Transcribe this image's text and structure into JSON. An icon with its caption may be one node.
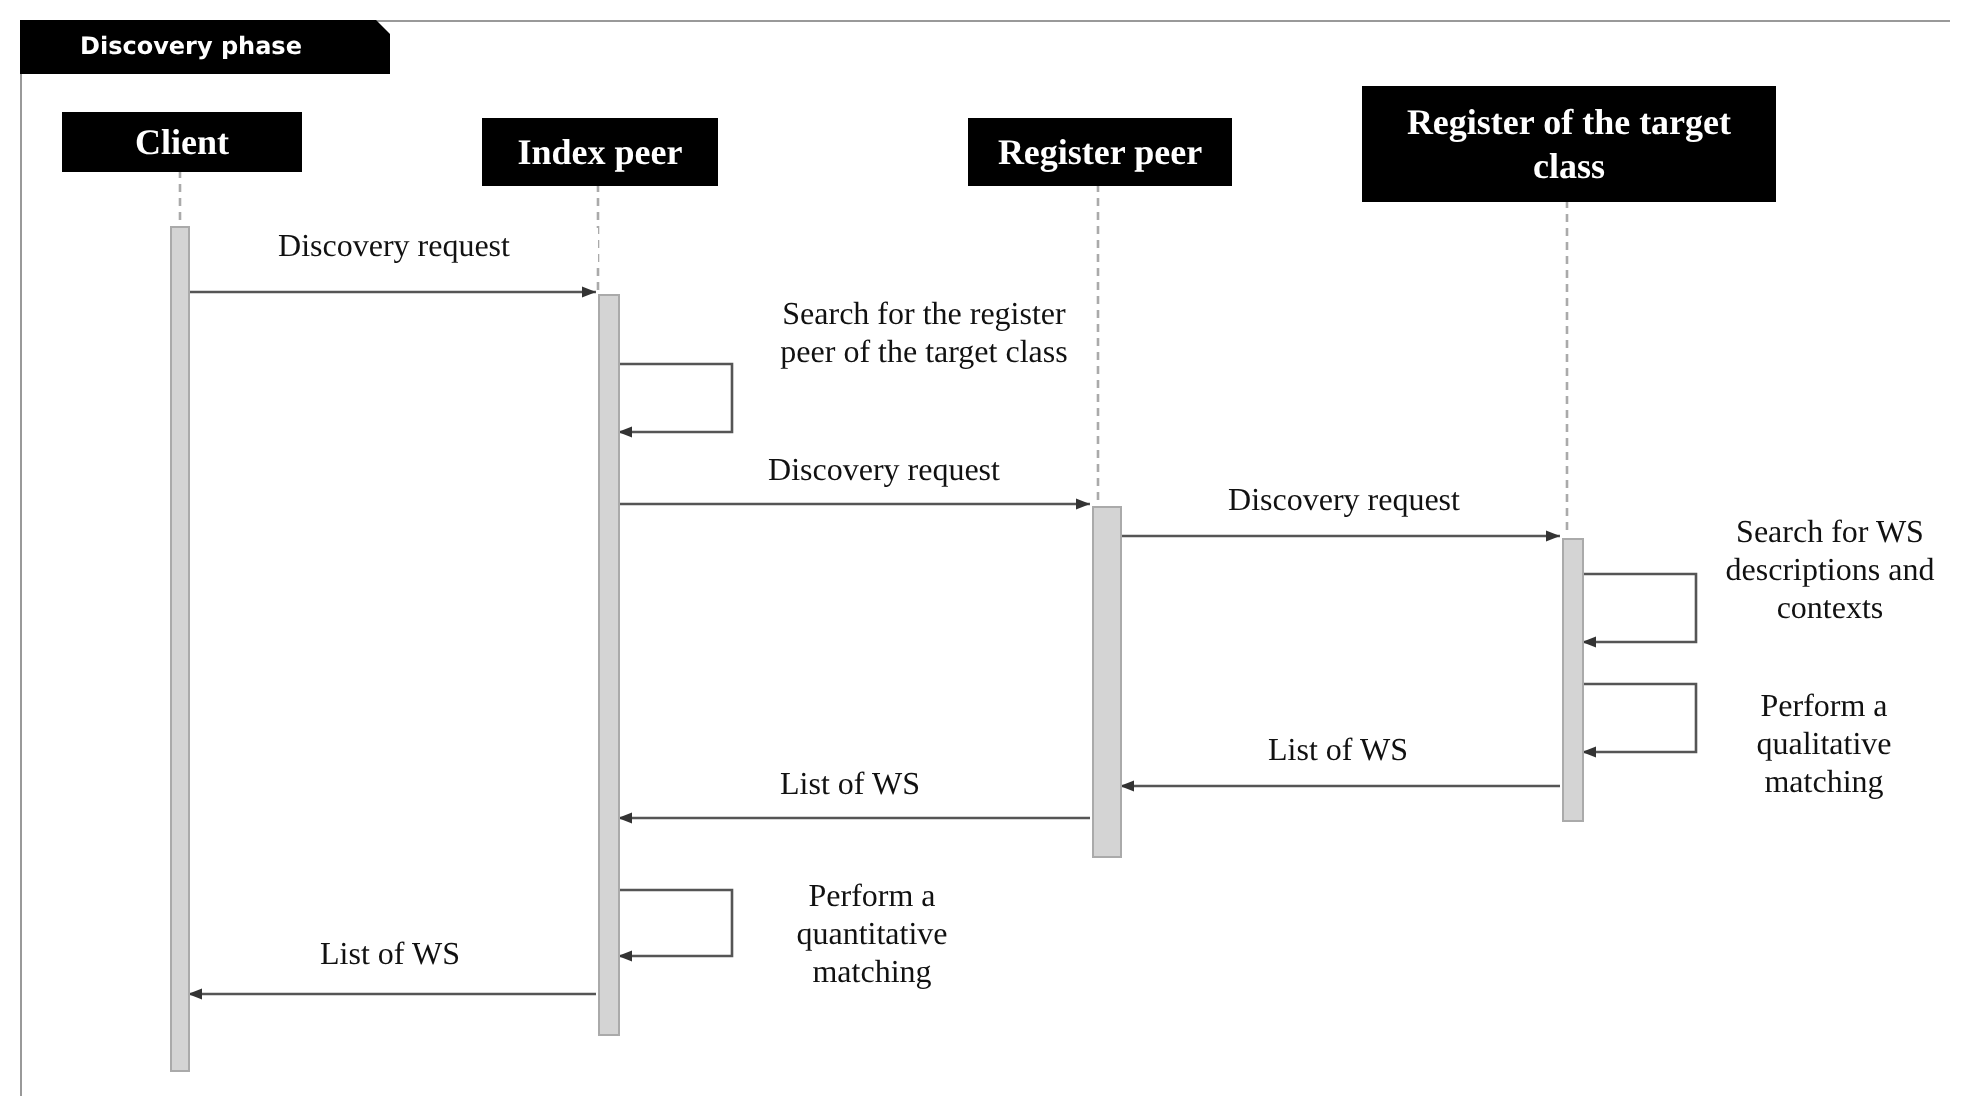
{
  "diagram": {
    "nodes": [
      {
        "text": [
          "Discovery phase"
        ]
      },
      {
        "text": [
          "Client"
        ],
        "in": 0
      },
      {
        "text": [
          "Index peer"
        ],
        "in": 0
      },
      {
        "text": [
          "Register peer"
        ],
        "in": 0
      },
      {
        "text": [
          "Register of the target class"
        ],
        "in": 0
      },
      {
        "text": [],
        "shape": "bar",
        "in": 0
      },
      {
        "text": [],
        "shape": "bar",
        "in": 0
      },
      {
        "text": [],
        "shape": "bar",
        "in": 0
      },
      {
        "text": [],
        "shape": "bar",
        "in": 0
      }
    ],
    "edges": [
      {
        "from": 1,
        "to": 5,
        "arrow": "none",
        "style": "dashed"
      },
      {
        "from": 2,
        "to": 6,
        "arrow": "none",
        "style": "dashed"
      },
      {
        "from": 3,
        "to": 7,
        "arrow": "none",
        "style": "dashed"
      },
      {
        "from": 4,
        "to": 8,
        "arrow": "none",
        "style": "dashed"
      },
      {
        "from": 5,
        "to": 6,
        "arrow": "to",
        "label": "Discovery request"
      },
      {
        "from": 6,
        "to": 6,
        "arrow": "to",
        "label": "Search for the register peer of the target class"
      },
      {
        "from": 6,
        "to": 7,
        "arrow": "to",
        "label": "Discovery request"
      },
      {
        "from": 7,
        "to": 8,
        "arrow": "to",
        "label": "Discovery request"
      },
      {
        "from": 8,
        "to": 8,
        "arrow": "to",
        "label": "Search for WS descriptions and contexts"
      },
      {
        "from": 8,
        "to": 8,
        "arrow": "to",
        "label": "Perform a qualitative matching"
      },
      {
        "from": 8,
        "to": 7,
        "arrow": "to",
        "label": "List of WS"
      },
      {
        "from": 7,
        "to": 6,
        "arrow": "to",
        "label": "List of WS"
      },
      {
        "from": 6,
        "to": 6,
        "arrow": "to",
        "label": "Perform a quantitative matching"
      },
      {
        "from": 6,
        "to": 5,
        "arrow": "to",
        "label": "List of WS"
      }
    ]
  }
}
